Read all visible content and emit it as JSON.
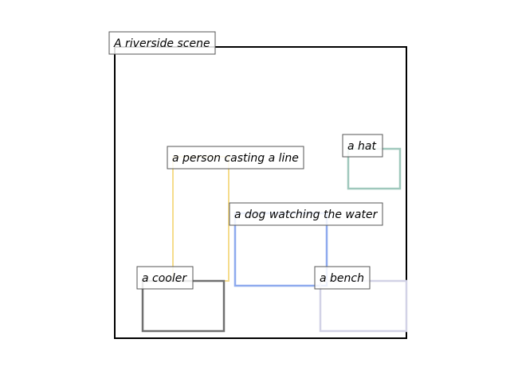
{
  "scene": {
    "title": "A riverside scene",
    "frame_color": "#000000"
  },
  "regions": [
    {
      "id": "person",
      "label": "a person casting a line",
      "color": "#f5dc8c"
    },
    {
      "id": "hat",
      "label": "a hat",
      "color": "#9fc8bc"
    },
    {
      "id": "dog",
      "label": "a dog watching the water",
      "color": "#8eaaee"
    },
    {
      "id": "cooler",
      "label": "a cooler",
      "color": "#707070"
    },
    {
      "id": "bench",
      "label": "a bench",
      "color": "#d2d2e6"
    }
  ]
}
